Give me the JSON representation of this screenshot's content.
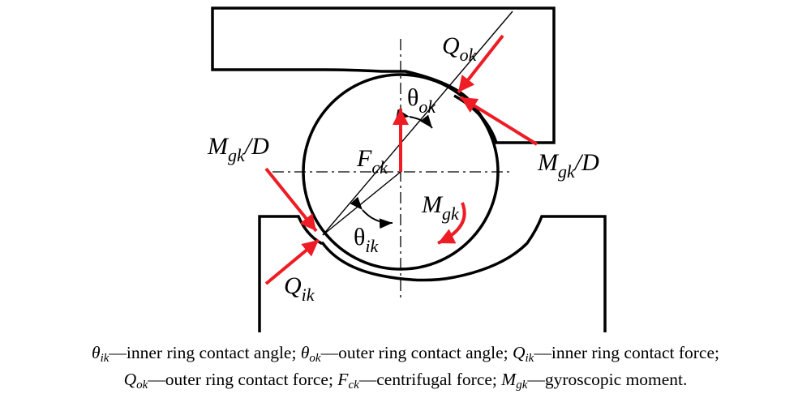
{
  "labels": {
    "q_ok": {
      "main": "Q",
      "sub": "ok"
    },
    "theta_ok": {
      "main": "θ",
      "sub": "ok"
    },
    "m_gk_d_right": {
      "main": "M",
      "sub": "gk",
      "tail": "/D"
    },
    "m_gk_d_left": {
      "main": "M",
      "sub": "gk",
      "tail": "/D"
    },
    "f_ck": {
      "main": "F",
      "sub": "ck"
    },
    "m_gk": {
      "main": "M",
      "sub": "gk"
    },
    "theta_ik": {
      "main": "θ",
      "sub": "ik"
    },
    "q_ik": {
      "main": "Q",
      "sub": "ik"
    }
  },
  "caption": {
    "line1": [
      {
        "sym": "θ",
        "sub": "ik",
        "text": "—inner ring contact angle; "
      },
      {
        "sym": "θ",
        "sub": "ok",
        "text": "—outer ring contact angle; "
      },
      {
        "sym": "Q",
        "sub": "ik",
        "text": "—inner ring contact force;"
      }
    ],
    "line2": [
      {
        "sym": "Q",
        "sub": "ok",
        "text": "—outer ring contact force; "
      },
      {
        "sym": "F",
        "sub": "ck",
        "text": "—centrifugal force; "
      },
      {
        "sym": "M",
        "sub": "gk",
        "text": "—gyroscopic moment."
      }
    ]
  },
  "colors": {
    "force_arrow": "#ee1c24",
    "outline": "#000000"
  }
}
